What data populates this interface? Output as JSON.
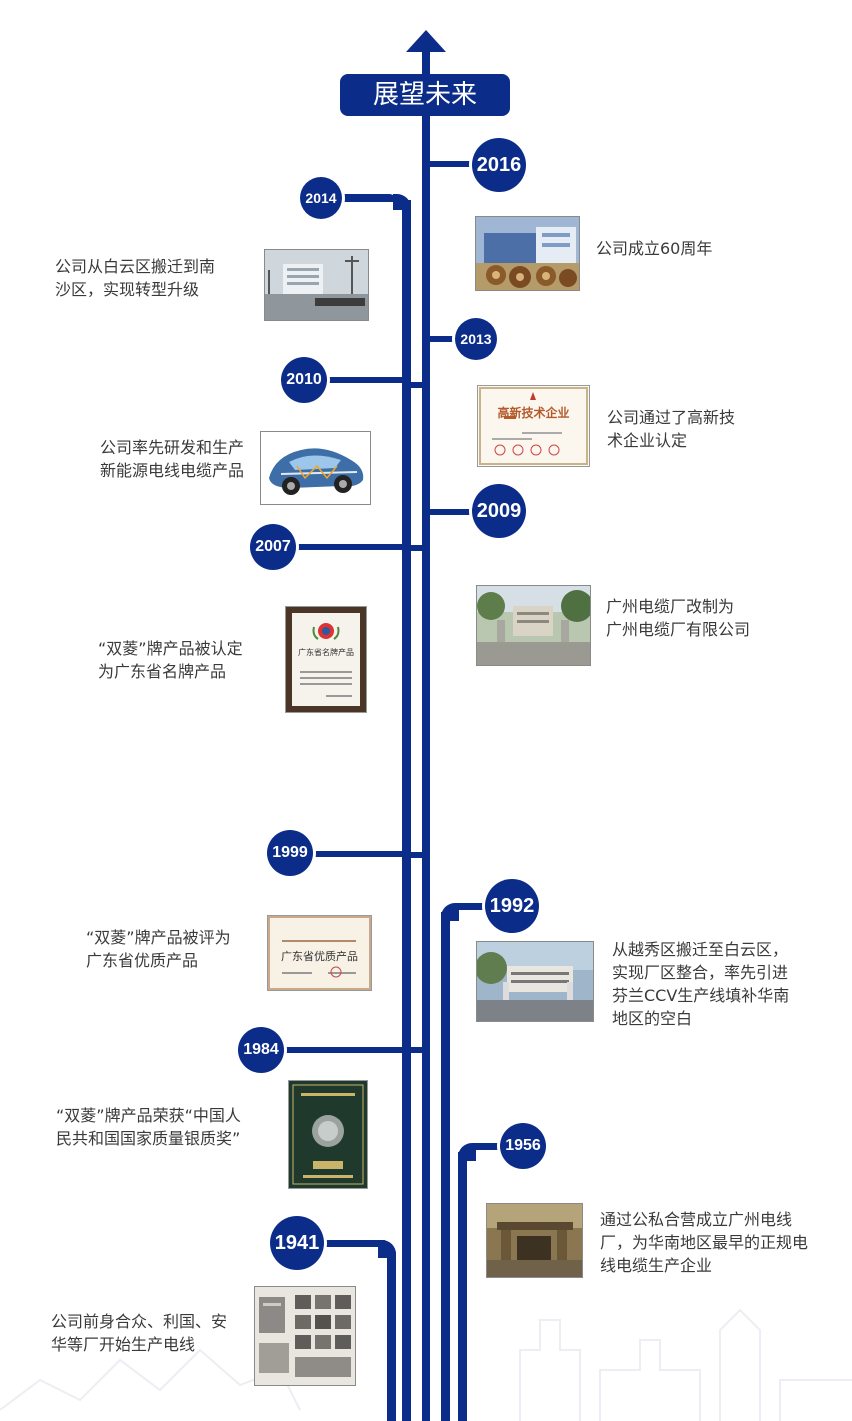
{
  "title": "展望未来",
  "milestones": [
    {
      "year": "2016",
      "lines": [
        "公司成立60周年"
      ]
    },
    {
      "year": "2014",
      "lines": [
        "公司从白云区搬迁到南",
        "沙区，实现转型升级"
      ]
    },
    {
      "year": "2013",
      "lines": [
        "公司通过了高新技",
        "术企业认定"
      ]
    },
    {
      "year": "2010",
      "lines": [
        "公司率先研发和生产",
        "新能源电线电缆产品"
      ]
    },
    {
      "year": "2009",
      "lines": [
        "广州电缆厂改制为",
        "广州电缆厂有限公司"
      ]
    },
    {
      "year": "2007",
      "lines": [
        "“双菱”牌产品被认定",
        "为广东省名牌产品"
      ]
    },
    {
      "year": "1999",
      "lines": [
        "“双菱”牌产品被评为",
        "广东省优质产品"
      ]
    },
    {
      "year": "1992",
      "lines": [
        "从越秀区搬迁至白云区，",
        "实现厂区整合，率先引进",
        "芬兰CCV生产线填补华南",
        "地区的空白"
      ]
    },
    {
      "year": "1984",
      "lines": [
        "“双菱”牌产品荣获“中国人",
        "民共和国国家质量银质奖”"
      ]
    },
    {
      "year": "1956",
      "lines": [
        "通过公私合营成立广州电线",
        "厂，为华南地区最早的正规电",
        "线电缆生产企业"
      ]
    },
    {
      "year": "1941",
      "lines": [
        "公司前身合众、利国、安",
        "华等厂开始生产电线"
      ]
    }
  ],
  "certificates": {
    "hightech_title": "高新技术企业",
    "brand_title": "广东省名牌产品",
    "quality_title": "广东省优质产品"
  },
  "icons": [
    "arrow-up-icon",
    "building-photo",
    "car-photo",
    "certificate-image",
    "medal-image"
  ],
  "colors": {
    "primary": "#0c2c8a",
    "text": "#3a3a3a",
    "background": "#ffffff"
  }
}
